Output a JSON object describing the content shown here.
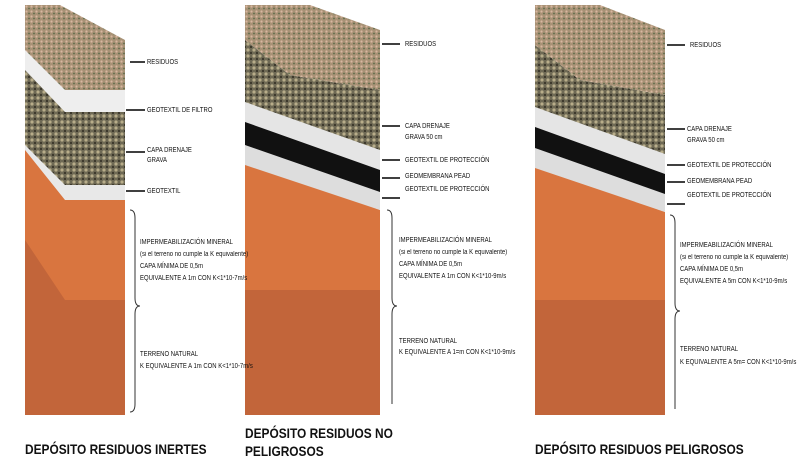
{
  "colors": {
    "residuos": "#a89276",
    "grava": "#6f6a55",
    "geotextil": "#e8e8e8",
    "geomembrana": "#111111",
    "mineral": "#d9753f",
    "terreno": "#c2653a"
  },
  "sections": [
    {
      "title": "DEPÓSITO RESIDUOS INERTES",
      "layers": [
        "RESIDUOS",
        "GEOTEXTIL DE FILTRO",
        "CAPA DRENAJE",
        "GRAVA",
        "GEOTEXTIL"
      ],
      "mineral": [
        "IMPERMEABILIZACIÓN MINERAL",
        "(si el terreno no cumple la K equivalente)",
        "CAPA MÍNIMA DE 0,5m",
        "EQUIVALENTE A 1m CON K<1*10-7m/s"
      ],
      "terreno": [
        "TERRENO NATURAL",
        "K EQUIVALENTE A 1m CON K<1*10-7m/s"
      ]
    },
    {
      "title_lines": [
        "DEPÓSITO RESIDUOS NO",
        "PELIGROSOS"
      ],
      "layers": [
        "RESIDUOS",
        "CAPA DRENAJE",
        "GRAVA 50 cm",
        "GEOTEXTIL DE PROTECCIÓN",
        "GEOMEMBRANA PEAD",
        "GEOTEXTIL DE PROTECCIÓN"
      ],
      "mineral": [
        "IMPERMEABILIZACIÓN MINERAL",
        "(si el terreno no cumple la K equivalente)",
        "CAPA MÍNIMA DE 0,5m",
        "EQUIVALENTE A 1m CON K<1*10-9m/s"
      ],
      "terreno": [
        "TERRENO NATURAL",
        "K EQUIVALENTE A 1=m CON K<1*10-9m/s"
      ]
    },
    {
      "title": "DEPÓSITO RESIDUOS PELIGROSOS",
      "layers": [
        "RESIDUOS",
        "CAPA DRENAJE",
        "GRAVA 50 cm",
        "GEOTEXTIL DE PROTECCIÓN",
        "GEOMEMBRANA PEAD",
        "GEOTEXTIL DE PROTECCIÓN"
      ],
      "mineral": [
        "IMPERMEABILIZACIÓN MINERAL",
        "(si el terreno no cumple la K equivalente)",
        "CAPA MÍNIMA DE 0,5m",
        "EQUIVALENTE A 5m CON K<1*10-9m/s"
      ],
      "terreno": [
        "TERRENO NATURAL",
        "K EQUIVALENTE A 5m= CON K<1*10-9m/s"
      ]
    }
  ]
}
